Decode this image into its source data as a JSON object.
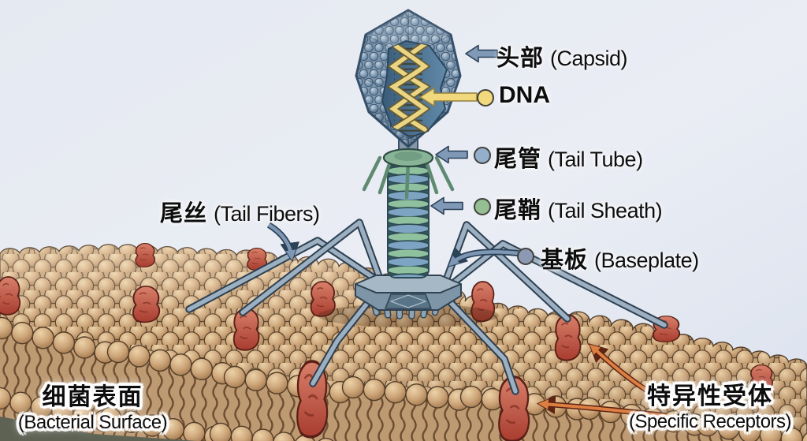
{
  "labels": {
    "capsid": {
      "cn": "头部",
      "en": "(Capsid)"
    },
    "dna": {
      "en": "DNA"
    },
    "tail_tube": {
      "cn": "尾管",
      "en": "(Tail Tube)"
    },
    "tail_sheath": {
      "cn": "尾鞘",
      "en": "(Tail Sheath)"
    },
    "baseplate": {
      "cn": "基板",
      "en": "(Baseplate)"
    },
    "tail_fibers": {
      "cn": "尾丝",
      "en": "(Tail Fibers)"
    },
    "bacterial_surface": {
      "cn": "细菌表面",
      "en": "(Bacterial Surface)"
    },
    "specific_receptors": {
      "cn": "特异性受体",
      "en": "(Specific Receptors)"
    }
  },
  "legend_markers": {
    "dna": "#F2D97D",
    "tail_tube": "#93AFCB",
    "tail_sheath": "#95BE93",
    "baseplate": "#8C99B2"
  },
  "colors": {
    "background": "#E6EAF2",
    "capsid_blue": "#85A0B8",
    "dna_yellow": "#E9D584",
    "sheath_green": "#8FC19E",
    "tube_blue": "#7EA4C4",
    "membrane_tan": "#C49E71",
    "receptor_red": "#B8473A",
    "annotation_arrow_blue": "#8099B7",
    "annotation_arrow_orange": "#DD7E42"
  }
}
